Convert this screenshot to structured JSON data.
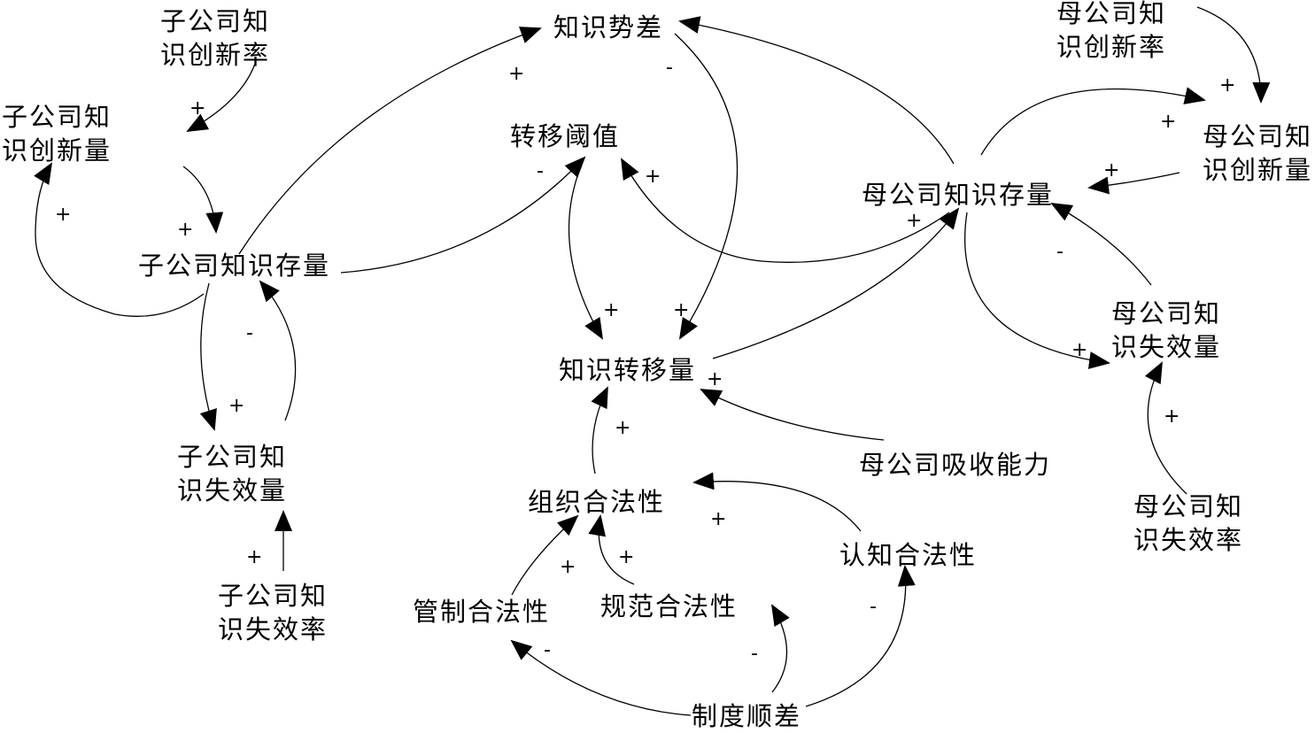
{
  "nodes": {
    "sub_innov_rate": "子公司知\n识创新率",
    "sub_innov_amount": "子公司知\n识创新量",
    "sub_stock": "子公司知识存量",
    "sub_loss_amount": "子公司知\n识失效量",
    "sub_loss_rate": "子公司知\n识失效率",
    "knowledge_gap": "知识势差",
    "transfer_threshold": "转移阈值",
    "transfer_amount": "知识转移量",
    "org_legitimacy": "组织合法性",
    "regulatory_legitimacy": "管制合法性",
    "normative_legitimacy": "规范合法性",
    "cognitive_legitimacy": "认知合法性",
    "institutional_distance": "制度顺差",
    "parent_absorptive": "母公司吸收能力",
    "parent_innov_rate": "母公司知\n识创新率",
    "parent_innov_amount": "母公司知\n识创新量",
    "parent_stock": "母公司知识存量",
    "parent_loss_amount": "母公司知\n识失效量",
    "parent_loss_rate": "母公司知\n识失效率"
  },
  "signs": {
    "plus": "+",
    "minus": "-"
  }
}
